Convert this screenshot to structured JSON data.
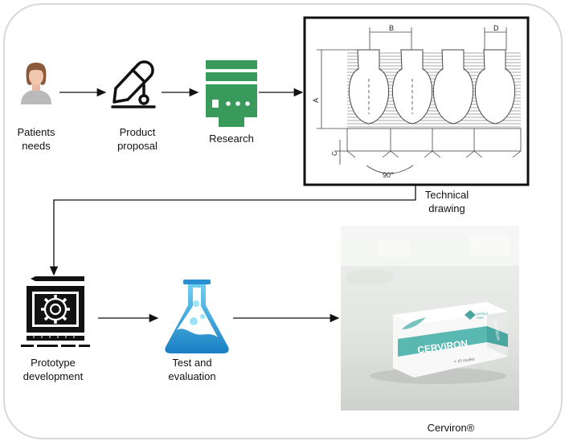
{
  "steps": {
    "patients_needs": "Patients\nneeds",
    "product_proposal": "Product\nproposal",
    "research": "Research",
    "technical_drawing": "Technical\ndrawing",
    "prototype_development": "Prototype\ndevelopment",
    "test_evaluation": "Test and\nevaluation",
    "product_name": "Cerviron®"
  },
  "drawing": {
    "dim_b": "B",
    "dim_d": "D",
    "dim_a": "A",
    "dim_c": "C",
    "angle": "90°"
  },
  "package": {
    "brand_line1": "perfect",
    "brand_line2": "care",
    "name": "CERVIRON",
    "count": "× 10 ovules",
    "side_text": "CERVIRON"
  },
  "colors": {
    "research_green": "#3a9a5c",
    "flask_blue": "#3aa0d8",
    "package_teal": "#5ab8b3"
  }
}
